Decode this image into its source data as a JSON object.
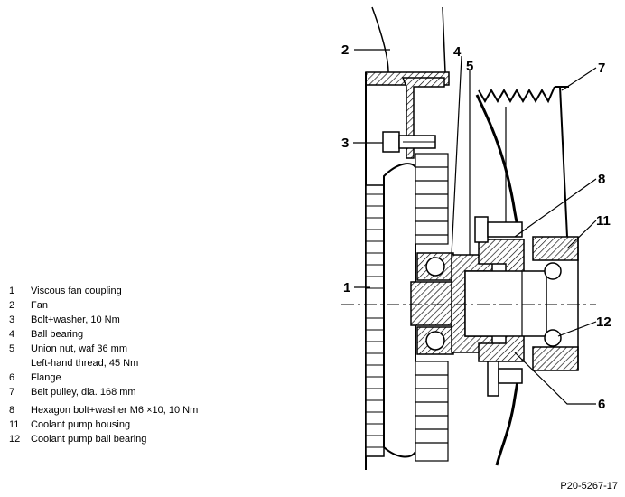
{
  "legend": [
    {
      "num": "1",
      "text": "Viscous fan coupling"
    },
    {
      "num": "2",
      "text": "Fan"
    },
    {
      "num": "3",
      "text": "Bolt+washer, 10 Nm"
    },
    {
      "num": "4",
      "text": "Ball bearing"
    },
    {
      "num": "5",
      "text": "Union nut, waf 36 mm"
    },
    {
      "num": "",
      "text": "Left-hand thread, 45 Nm"
    },
    {
      "num": "6",
      "text": "Flange"
    },
    {
      "num": "7",
      "text": "Belt pulley, dia. 168 mm"
    },
    {
      "num": "8",
      "text": "Hexagon bolt+washer M6 ×10, 10 Nm"
    },
    {
      "num": "11",
      "text": "Coolant pump housing"
    },
    {
      "num": "12",
      "text": "Coolant pump ball bearing"
    }
  ],
  "callouts": {
    "c1": "1",
    "c2": "2",
    "c3": "3",
    "c4": "4",
    "c5": "5",
    "c6": "6",
    "c7": "7",
    "c8": "8",
    "c11": "11",
    "c12": "12"
  },
  "figure_ref": "P20-5267-17"
}
